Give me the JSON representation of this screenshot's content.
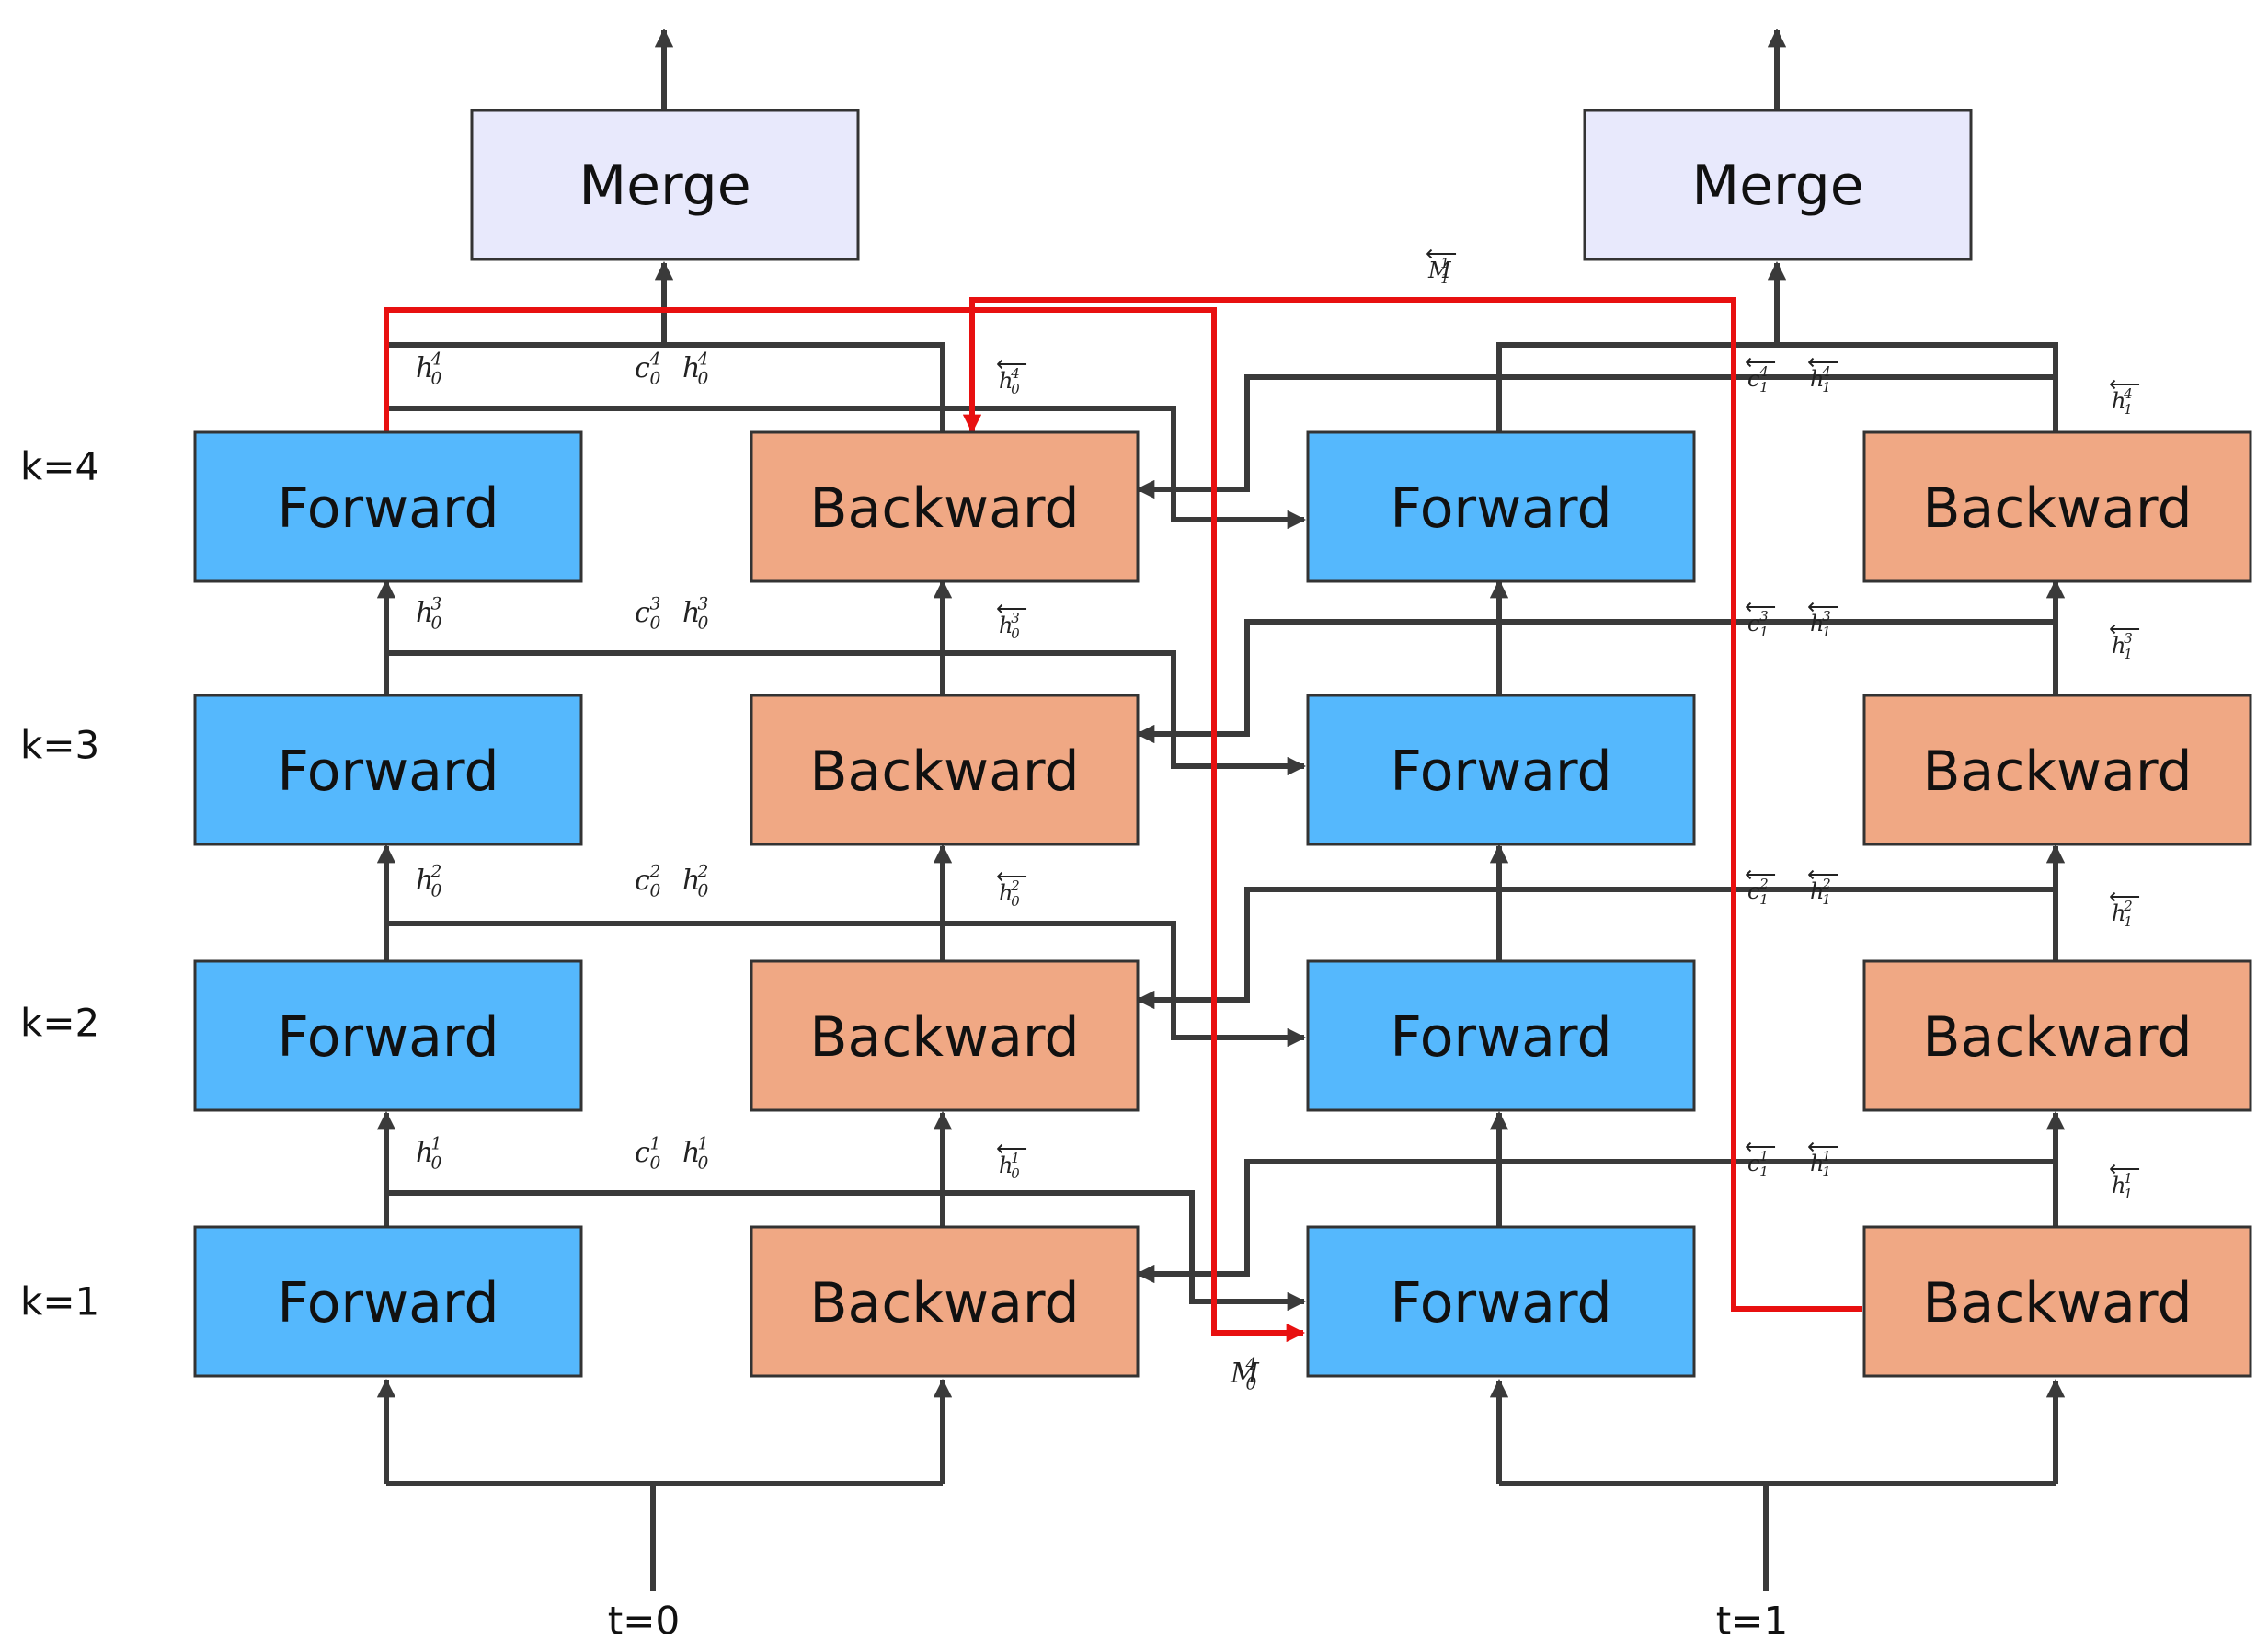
{
  "colors": {
    "forward": "#55b8fd",
    "backward": "#f0a884",
    "merge": "#e8e9fc",
    "wire": "#3a3a3a",
    "highlight": "#e81010"
  },
  "merge_label": "Merge",
  "forward_label": "Forward",
  "backward_label": "Backward",
  "levels": [
    "k=4",
    "k=3",
    "k=2",
    "k=1"
  ],
  "times": [
    "t=0",
    "t=1"
  ],
  "labels_t0": {
    "h": [
      {
        "base": "h",
        "sub": "0",
        "sup": "4"
      },
      {
        "base": "h",
        "sub": "0",
        "sup": "3"
      },
      {
        "base": "h",
        "sub": "0",
        "sup": "2"
      },
      {
        "base": "h",
        "sub": "0",
        "sup": "1"
      }
    ],
    "ch": [
      {
        "c": "c",
        "h": "h",
        "sub": "0",
        "sup": "4"
      },
      {
        "c": "c",
        "h": "h",
        "sub": "0",
        "sup": "3"
      },
      {
        "c": "c",
        "h": "h",
        "sub": "0",
        "sup": "2"
      },
      {
        "c": "c",
        "h": "h",
        "sub": "0",
        "sup": "1"
      }
    ],
    "hb": [
      {
        "base": "h",
        "sub": "0",
        "sup": "4"
      },
      {
        "base": "h",
        "sub": "0",
        "sup": "3"
      },
      {
        "base": "h",
        "sub": "0",
        "sup": "2"
      },
      {
        "base": "h",
        "sub": "0",
        "sup": "1"
      }
    ]
  },
  "labels_t1": {
    "ch": [
      {
        "c": "c",
        "h": "h",
        "sub": "1",
        "sup": "4"
      },
      {
        "c": "c",
        "h": "h",
        "sub": "1",
        "sup": "3"
      },
      {
        "c": "c",
        "h": "h",
        "sub": "1",
        "sup": "2"
      },
      {
        "c": "c",
        "h": "h",
        "sub": "1",
        "sup": "1"
      }
    ],
    "hb": [
      {
        "base": "h",
        "sub": "1",
        "sup": "4"
      },
      {
        "base": "h",
        "sub": "1",
        "sup": "3"
      },
      {
        "base": "h",
        "sub": "1",
        "sup": "2"
      },
      {
        "base": "h",
        "sub": "1",
        "sup": "1"
      }
    ]
  },
  "memory_labels": {
    "m0": {
      "base": "M",
      "sub": "0",
      "sup": "4"
    },
    "m1": {
      "base": "M",
      "sub": "1",
      "sup": "1"
    }
  },
  "arrow_glyph": "⟵"
}
